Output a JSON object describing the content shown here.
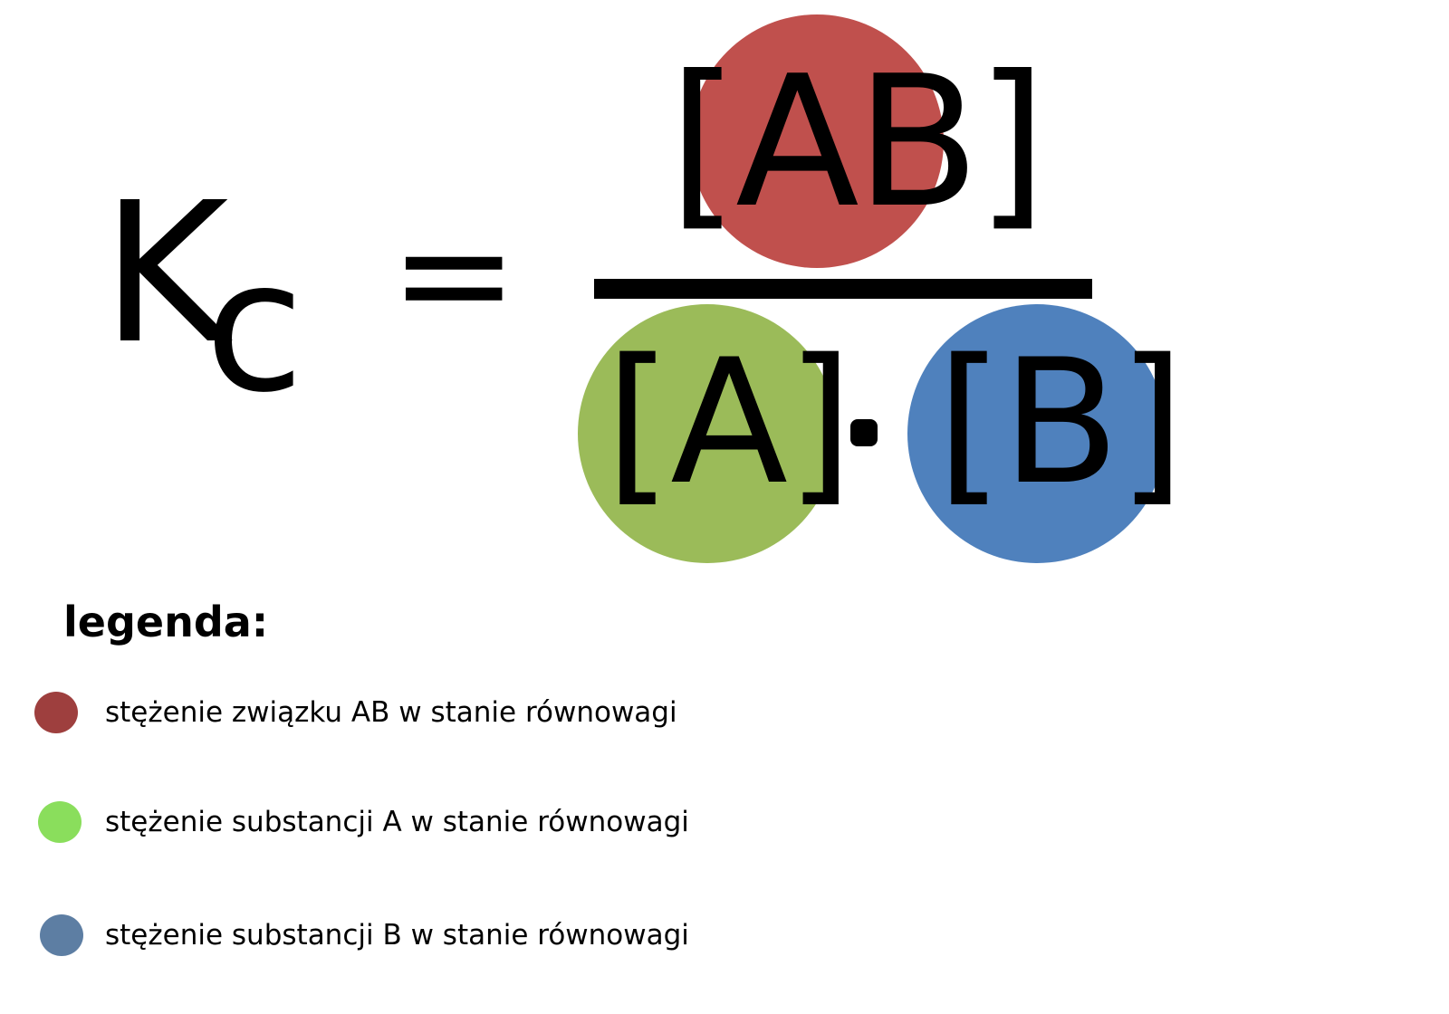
{
  "formula": {
    "constant": "K",
    "subscript": "c",
    "equals": "=",
    "numerator": "[AB]",
    "denominator_a": "[A]",
    "operator": "·",
    "denominator_b": "[B]",
    "colors": {
      "numerator_circle": "#c0504d",
      "denominator_a_circle": "#9bbb59",
      "denominator_b_circle": "#4f81bd"
    }
  },
  "legend": {
    "title": "legenda:",
    "items": [
      {
        "label": "stężenie związku AB w stanie równowagi",
        "color": "#9e3f3e"
      },
      {
        "label": "stężenie substancji A w stanie równowagi",
        "color": "#8ade5c"
      },
      {
        "label": "stężenie substancji B w stanie równowagi",
        "color": "#5d7ea3"
      }
    ]
  }
}
